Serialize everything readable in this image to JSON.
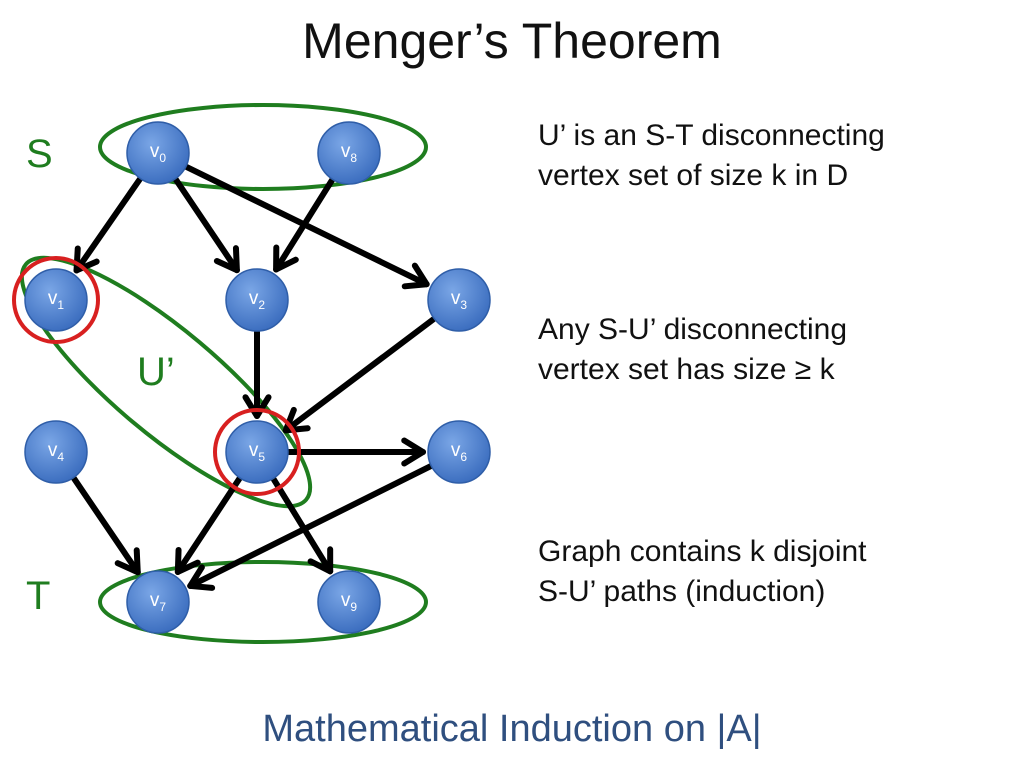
{
  "title": "Menger’s Theorem",
  "footer": "Mathematical Induction on |A|",
  "labels": {
    "S": "S",
    "T": "T",
    "U": "U’"
  },
  "paragraphs": [
    {
      "lines": [
        "U’ is an S-T disconnecting",
        "vertex set of size k in D"
      ]
    },
    {
      "lines": [
        "Any S-U’ disconnecting",
        "vertex set has size ≥ k"
      ]
    },
    {
      "lines": [
        "Graph contains k disjoint",
        "S-U’ paths (induction)"
      ]
    }
  ],
  "nodes": [
    {
      "id": "v0",
      "base": "v",
      "sub": "0"
    },
    {
      "id": "v8",
      "base": "v",
      "sub": "8"
    },
    {
      "id": "v1",
      "base": "v",
      "sub": "1"
    },
    {
      "id": "v2",
      "base": "v",
      "sub": "2"
    },
    {
      "id": "v3",
      "base": "v",
      "sub": "3"
    },
    {
      "id": "v4",
      "base": "v",
      "sub": "4"
    },
    {
      "id": "v5",
      "base": "v",
      "sub": "5"
    },
    {
      "id": "v6",
      "base": "v",
      "sub": "6"
    },
    {
      "id": "v7",
      "base": "v",
      "sub": "7"
    },
    {
      "id": "v9",
      "base": "v",
      "sub": "9"
    }
  ],
  "edges": [
    {
      "from": "v0",
      "to": "v1"
    },
    {
      "from": "v0",
      "to": "v2"
    },
    {
      "from": "v0",
      "to": "v3"
    },
    {
      "from": "v8",
      "to": "v2"
    },
    {
      "from": "v2",
      "to": "v5"
    },
    {
      "from": "v3",
      "to": "v5"
    },
    {
      "from": "v5",
      "to": "v6"
    },
    {
      "from": "v4",
      "to": "v7"
    },
    {
      "from": "v5",
      "to": "v7"
    },
    {
      "from": "v5",
      "to": "v9"
    },
    {
      "from": "v6",
      "to": "v7"
    }
  ],
  "highlighted_nodes": [
    "v1",
    "v5"
  ],
  "colors": {
    "green": "#1f7d1f",
    "red": "#d82020",
    "node_fill": "#4a7fd0",
    "node_stroke": "#2f5ea8",
    "footer": "#2f4f7f",
    "edge": "#000000"
  }
}
